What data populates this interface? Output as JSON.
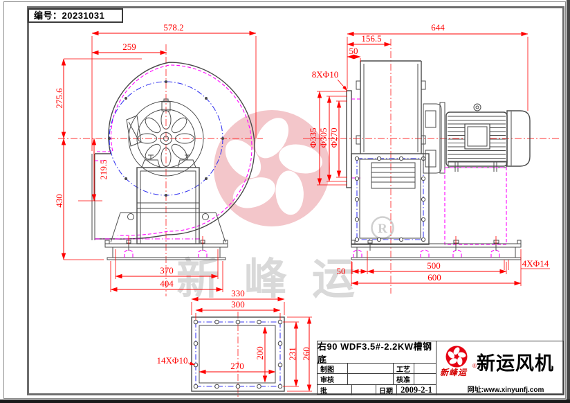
{
  "sheet": {
    "serial": "编号：20231031",
    "accent_red": "#ff0000",
    "magenta": "#ff00ff",
    "blue": "#3a3af0",
    "line_dark": "#4a4a4a",
    "watermark_pink": "#f3c6ca",
    "watermark_gray": "#d9d9d9",
    "logo_red": "#e60012"
  },
  "front_view": {
    "dims": {
      "total_width": "578.2",
      "inlet_to_center": "259",
      "center_to_top": "275.6",
      "outlet_height": "219.5",
      "center_to_base": "430",
      "bolt_span": "370",
      "base_width": "404"
    }
  },
  "side_view": {
    "dims": {
      "total_length": "644",
      "inlet_to_impeller": "156.5",
      "inlet_to_casing": "50",
      "inlet_bolt_holes": "8XΦ10",
      "inlet_flange_od": "Φ335",
      "inlet_bolt_circle": "Φ305",
      "inlet_bore": "Φ270",
      "edge_to_hole": "50",
      "hole_spacing": "500",
      "base_length": "600",
      "base_holes": "4XΦ14"
    }
  },
  "flange_view": {
    "dims": {
      "outer_width": "330",
      "bolt_span_width": "300",
      "opening_width": "270",
      "opening_height": "200",
      "bolt_span_height": "231",
      "outer_height": "260",
      "bolt_holes": "14XΦ10"
    }
  },
  "title_block": {
    "drawing_title": "右90 WDF3.5#-2.2KW槽钢底",
    "fields": {
      "drawn_label": "制图",
      "process_label": "工艺",
      "checked_label": "审核",
      "approved_label": "核准",
      "ratify_label": "批",
      "date_label": "日期",
      "date_value": "2009-2-1"
    },
    "brand": {
      "script_name": "新峰运",
      "reg_mark": "®",
      "company_name": "新运风机",
      "website": "网址:www.xinyunfj.com"
    }
  },
  "watermark": {
    "brand_text": "新峰运",
    "registered": "R"
  }
}
